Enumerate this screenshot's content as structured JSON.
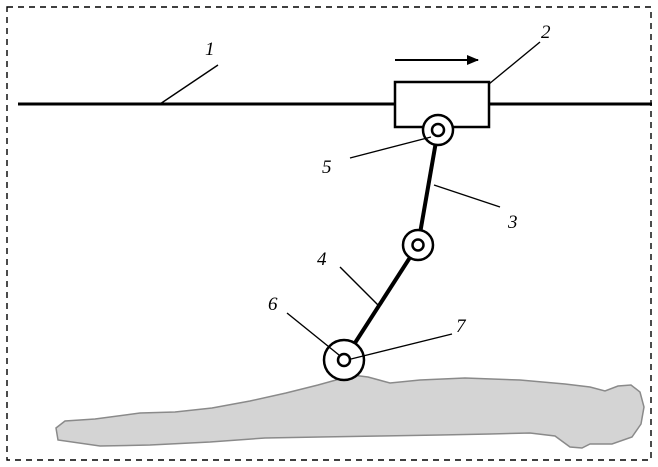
{
  "labels": {
    "rail": "1",
    "carriage": "2",
    "upper_link": "3",
    "lower_link": "4",
    "joint_top": "5",
    "joint_bottom": "6",
    "end_effector": "7"
  },
  "colors": {
    "stroke": "#000000",
    "body_fill": "#d4d4d4",
    "body_outline": "#8a8a8a",
    "background": "#ffffff"
  },
  "icons": {
    "motion_arrow": "arrow-right-icon"
  }
}
